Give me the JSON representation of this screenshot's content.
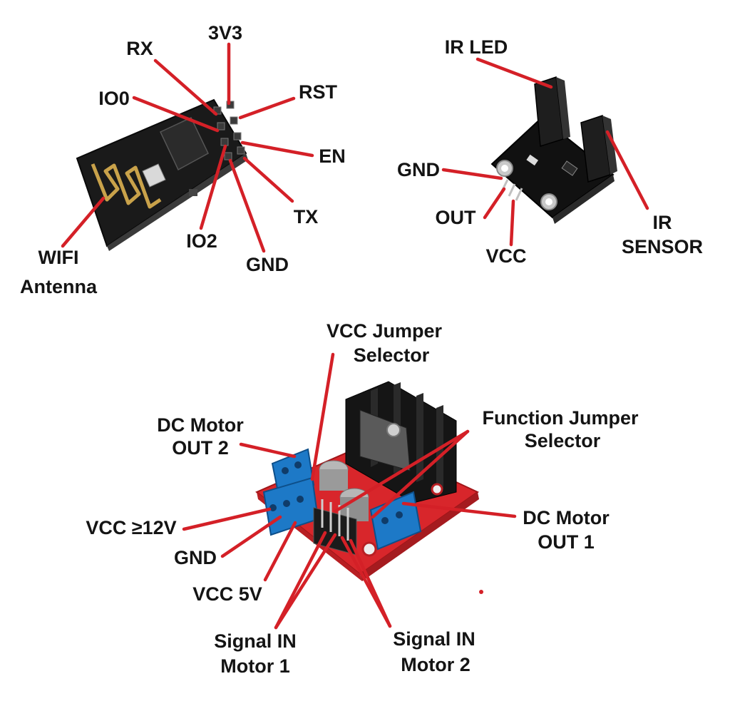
{
  "colors": {
    "callout_line": "#d42027",
    "pcb_black": "#1a1a1a",
    "pcb_red": "#d8262b",
    "terminal_blue": "#1d79c7",
    "heatsink": "#151515",
    "antenna_gold": "#c9a24a",
    "label_text": "#141414"
  },
  "icons": {
    "esp01": "wifi-module-icon",
    "ir_sensor": "photo-interrupter-icon",
    "l298n": "motor-driver-board-icon"
  },
  "esp01": {
    "labels": {
      "rx": "RX",
      "v3v3": "3V3",
      "io0": "IO0",
      "rst": "RST",
      "en": "EN",
      "tx": "TX",
      "io2": "IO2",
      "gnd": "GND",
      "wifi_line1": "WIFI",
      "wifi_line2": "Antenna"
    }
  },
  "ir_module": {
    "labels": {
      "ir_led": "IR LED",
      "gnd": "GND",
      "out": "OUT",
      "vcc": "VCC",
      "ir_sensor_line1": "IR",
      "ir_sensor_line2": "SENSOR"
    }
  },
  "l298n": {
    "labels": {
      "vcc_jumper_line1": "VCC Jumper",
      "vcc_jumper_line2": "Selector",
      "function_jumper_line1": "Function  Jumper",
      "function_jumper_line2": "Selector",
      "dc_out2_line1": "DC Motor",
      "dc_out2_line2": "OUT 2",
      "dc_out1_line1": "DC Motor",
      "dc_out1_line2": "OUT 1",
      "vcc12": "VCC ≥12V",
      "gnd": "GND",
      "vcc5": "VCC 5V",
      "sig1_line1": "Signal IN",
      "sig1_line2": "Motor 1",
      "sig2_line1": "Signal IN",
      "sig2_line2": "Motor  2"
    }
  }
}
